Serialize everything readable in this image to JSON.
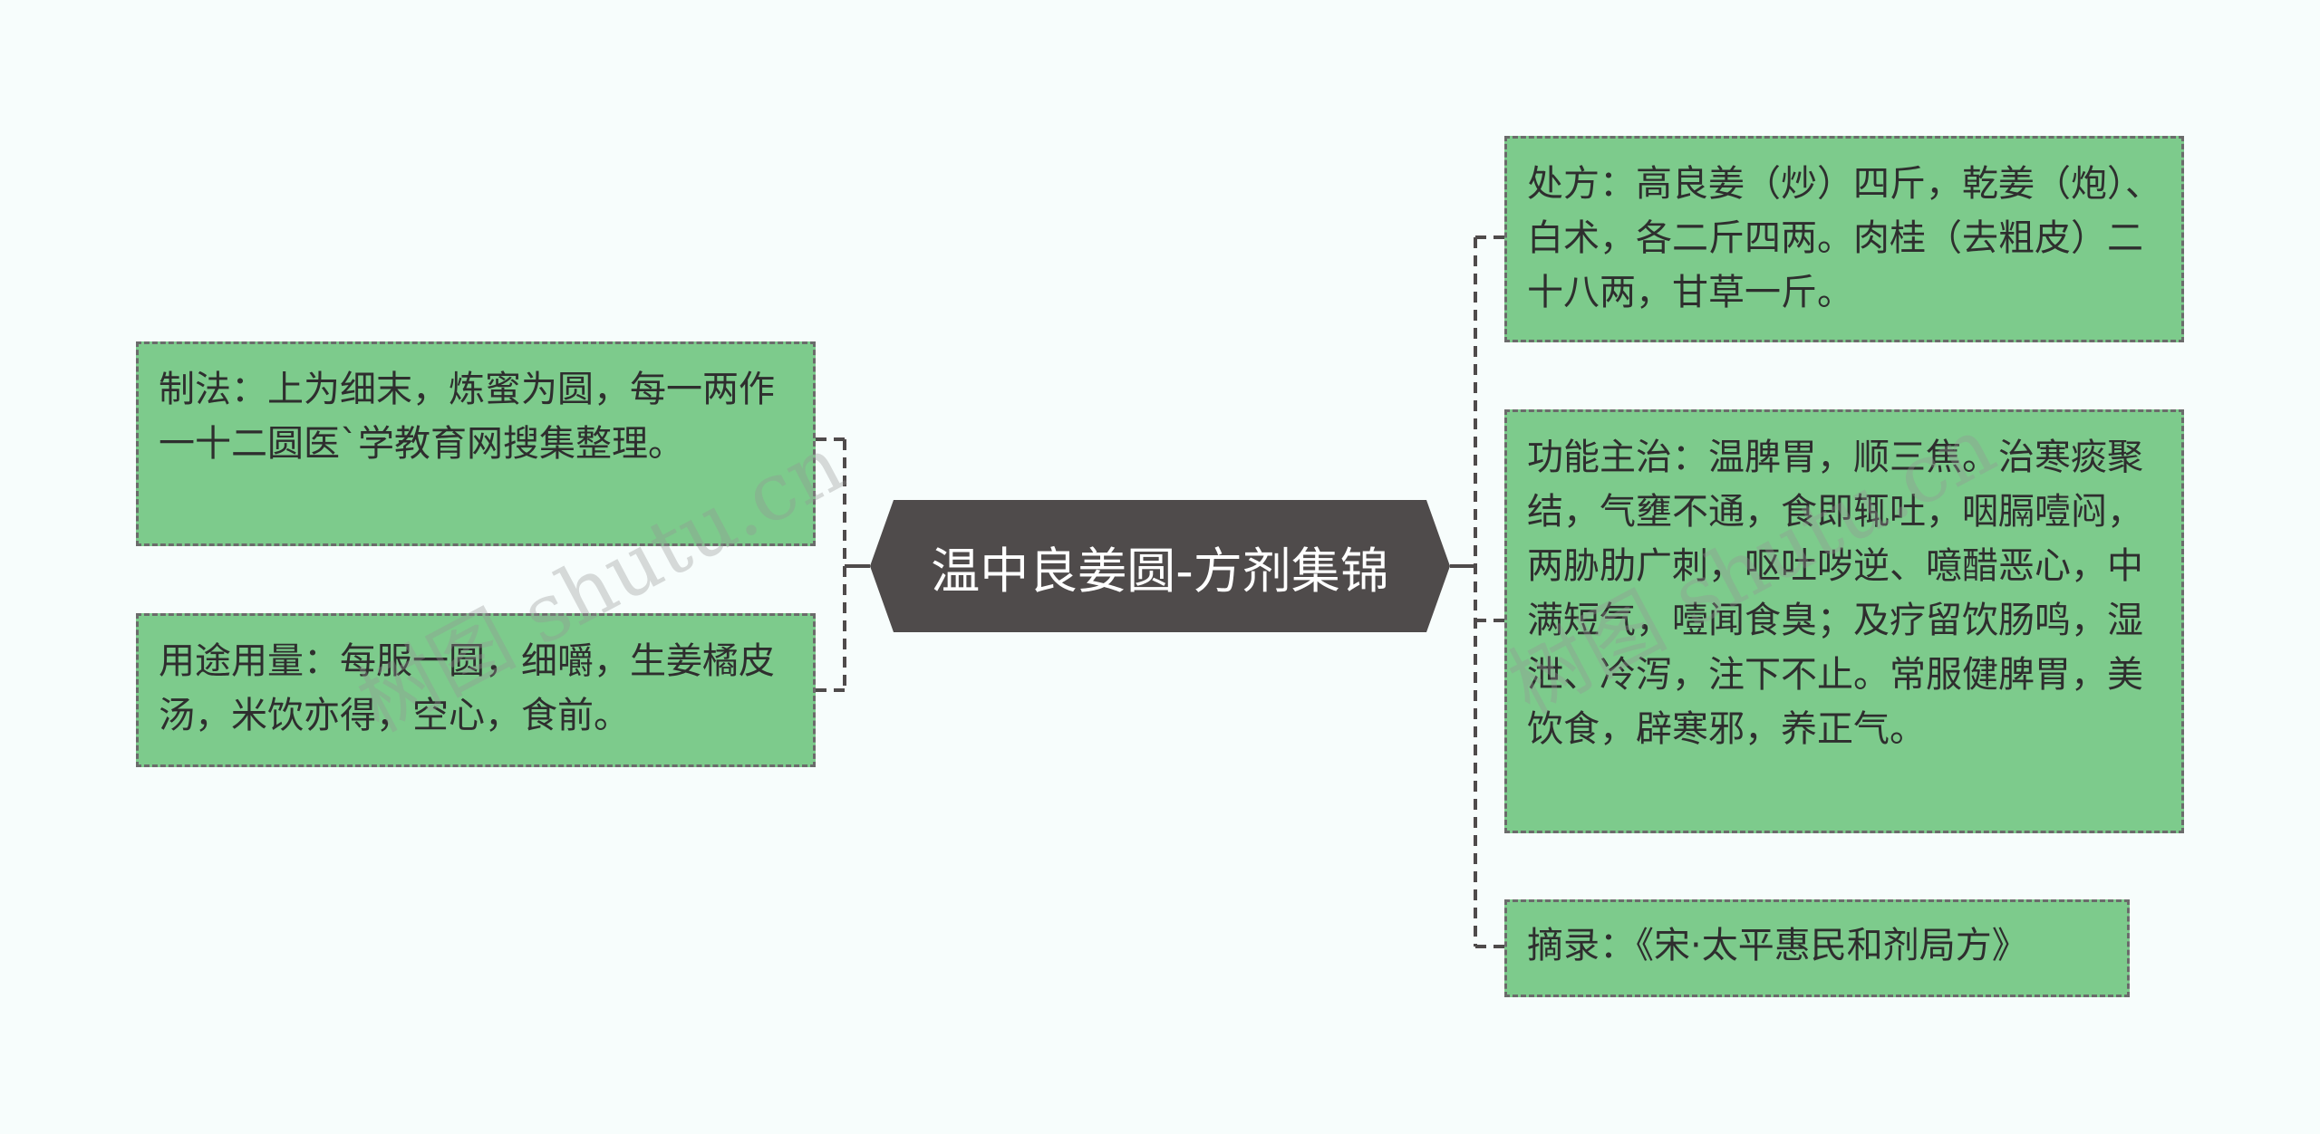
{
  "center": {
    "title": "温中良姜圆-方剂集锦"
  },
  "left_nodes": [
    {
      "text": "制法：上为细末，炼蜜为圆，每一两作一十二圆医`学教育网搜集整理。"
    },
    {
      "text": "用途用量：每服一圆，细嚼，生姜橘皮汤，米饮亦得，空心，食前。"
    }
  ],
  "right_nodes": [
    {
      "text": "处方：高良姜（炒）四斤，乾姜（炮）、白术，各二斤四两。肉桂（去粗皮）二十八两，甘草一斤。"
    },
    {
      "text": "功能主治：温脾胃，顺三焦。治寒痰聚结，气壅不通，食即辄吐，咽膈噎闷，两胁肋广刺，呕吐哕逆、噫醋恶心，中满短气，噎闻食臭；及疗留饮肠鸣，湿泄、冷泻，注下不止。常服健脾胃，美饮食，辟寒邪，养正气。"
    },
    {
      "text": "摘录：《宋·太平惠民和剂局方》"
    }
  ],
  "watermarks": [
    {
      "text": "树图 shutu.cn"
    },
    {
      "text": "树图 shutu.cn"
    }
  ],
  "colors": {
    "node_fill": "#7dcb8c",
    "node_border": "#6b6b6b",
    "center_fill": "#4f4b4b",
    "background": "#f7fdfc"
  }
}
